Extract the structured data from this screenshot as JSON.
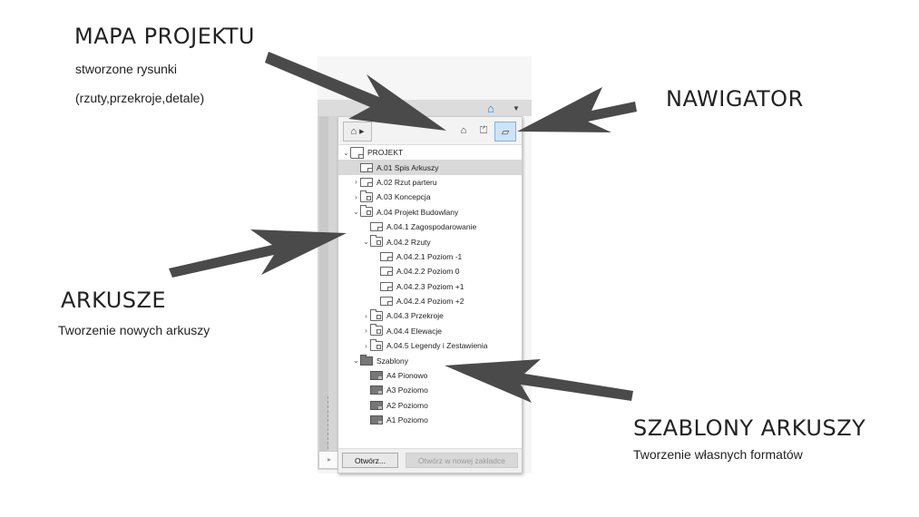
{
  "annotations": {
    "mapa": {
      "title": "MAPA  PROJEKTU",
      "line1": "stworzone rysunki",
      "line2": "(rzuty,przekroje,detale)"
    },
    "nawigator": {
      "title": "NAWIGATOR"
    },
    "arkusze": {
      "title": "ARKUSZE",
      "subtitle": "Tworzenie nowych arkuszy"
    },
    "szablony": {
      "title": "SZABLONY  ARKUSZY",
      "subtitle": "Tworzenie własnych formatów"
    }
  },
  "navigator": {
    "toolbar": {
      "popup_icon": "tree-popup-icon",
      "view_buttons": [
        {
          "name": "project-map-icon",
          "glyph": "⌂",
          "active": false
        },
        {
          "name": "view-map-icon",
          "glyph": "⏍",
          "active": false
        },
        {
          "name": "layout-book-icon",
          "glyph": "▱",
          "active": true
        }
      ]
    },
    "tree": [
      {
        "label": "PROJEKT",
        "level": 0,
        "expand": "open",
        "icon": "project"
      },
      {
        "label": "A.01 Spis Arkuszy",
        "level": 1,
        "expand": "none",
        "icon": "sheet",
        "selected": true
      },
      {
        "label": "A.02 Rzut parteru",
        "level": 1,
        "expand": "closed",
        "icon": "sheet"
      },
      {
        "label": "A.03 Koncepcja",
        "level": 1,
        "expand": "closed",
        "icon": "folder"
      },
      {
        "label": "A.04 Projekt Budowlany",
        "level": 1,
        "expand": "open",
        "icon": "folder"
      },
      {
        "label": "A.04.1 Zagospodarowanie",
        "level": 2,
        "expand": "none",
        "icon": "sheet"
      },
      {
        "label": "A.04.2 Rzuty",
        "level": 2,
        "expand": "open",
        "icon": "folder"
      },
      {
        "label": "A.04.2.1 Poziom -1",
        "level": 3,
        "expand": "none",
        "icon": "sheet"
      },
      {
        "label": "A.04.2.2 Poziom 0",
        "level": 3,
        "expand": "none",
        "icon": "sheet"
      },
      {
        "label": "A.04.2.3 Poziom +1",
        "level": 3,
        "expand": "none",
        "icon": "sheet"
      },
      {
        "label": "A.04.2.4 Poziom +2",
        "level": 3,
        "expand": "none",
        "icon": "sheet"
      },
      {
        "label": "A.04.3 Przekroje",
        "level": 2,
        "expand": "closed",
        "icon": "folder"
      },
      {
        "label": "A.04.4 Elewacje",
        "level": 2,
        "expand": "closed",
        "icon": "folder"
      },
      {
        "label": "A.04.5 Legendy i Zestawienia",
        "level": 2,
        "expand": "closed",
        "icon": "folder"
      },
      {
        "label": "Szablony",
        "level": 1,
        "expand": "open",
        "icon": "folder-dark"
      },
      {
        "label": "A4 Pionowo",
        "level": 2,
        "expand": "none",
        "icon": "tmpl"
      },
      {
        "label": "A3 Poziomo",
        "level": 2,
        "expand": "none",
        "icon": "tmpl"
      },
      {
        "label": "A2 Poziomo",
        "level": 2,
        "expand": "none",
        "icon": "tmpl"
      },
      {
        "label": "A1 Poziomo",
        "level": 2,
        "expand": "none",
        "icon": "tmpl"
      }
    ],
    "footer": {
      "open_label": "Otwórz...",
      "open_new_tab_label": "Otwórz w nowej zakładce"
    }
  },
  "colors": {
    "arrow": "#4a4a4a",
    "active_button": "#cfe3f7",
    "selection": "#d9d9d9",
    "accent": "#2d7fd1"
  }
}
